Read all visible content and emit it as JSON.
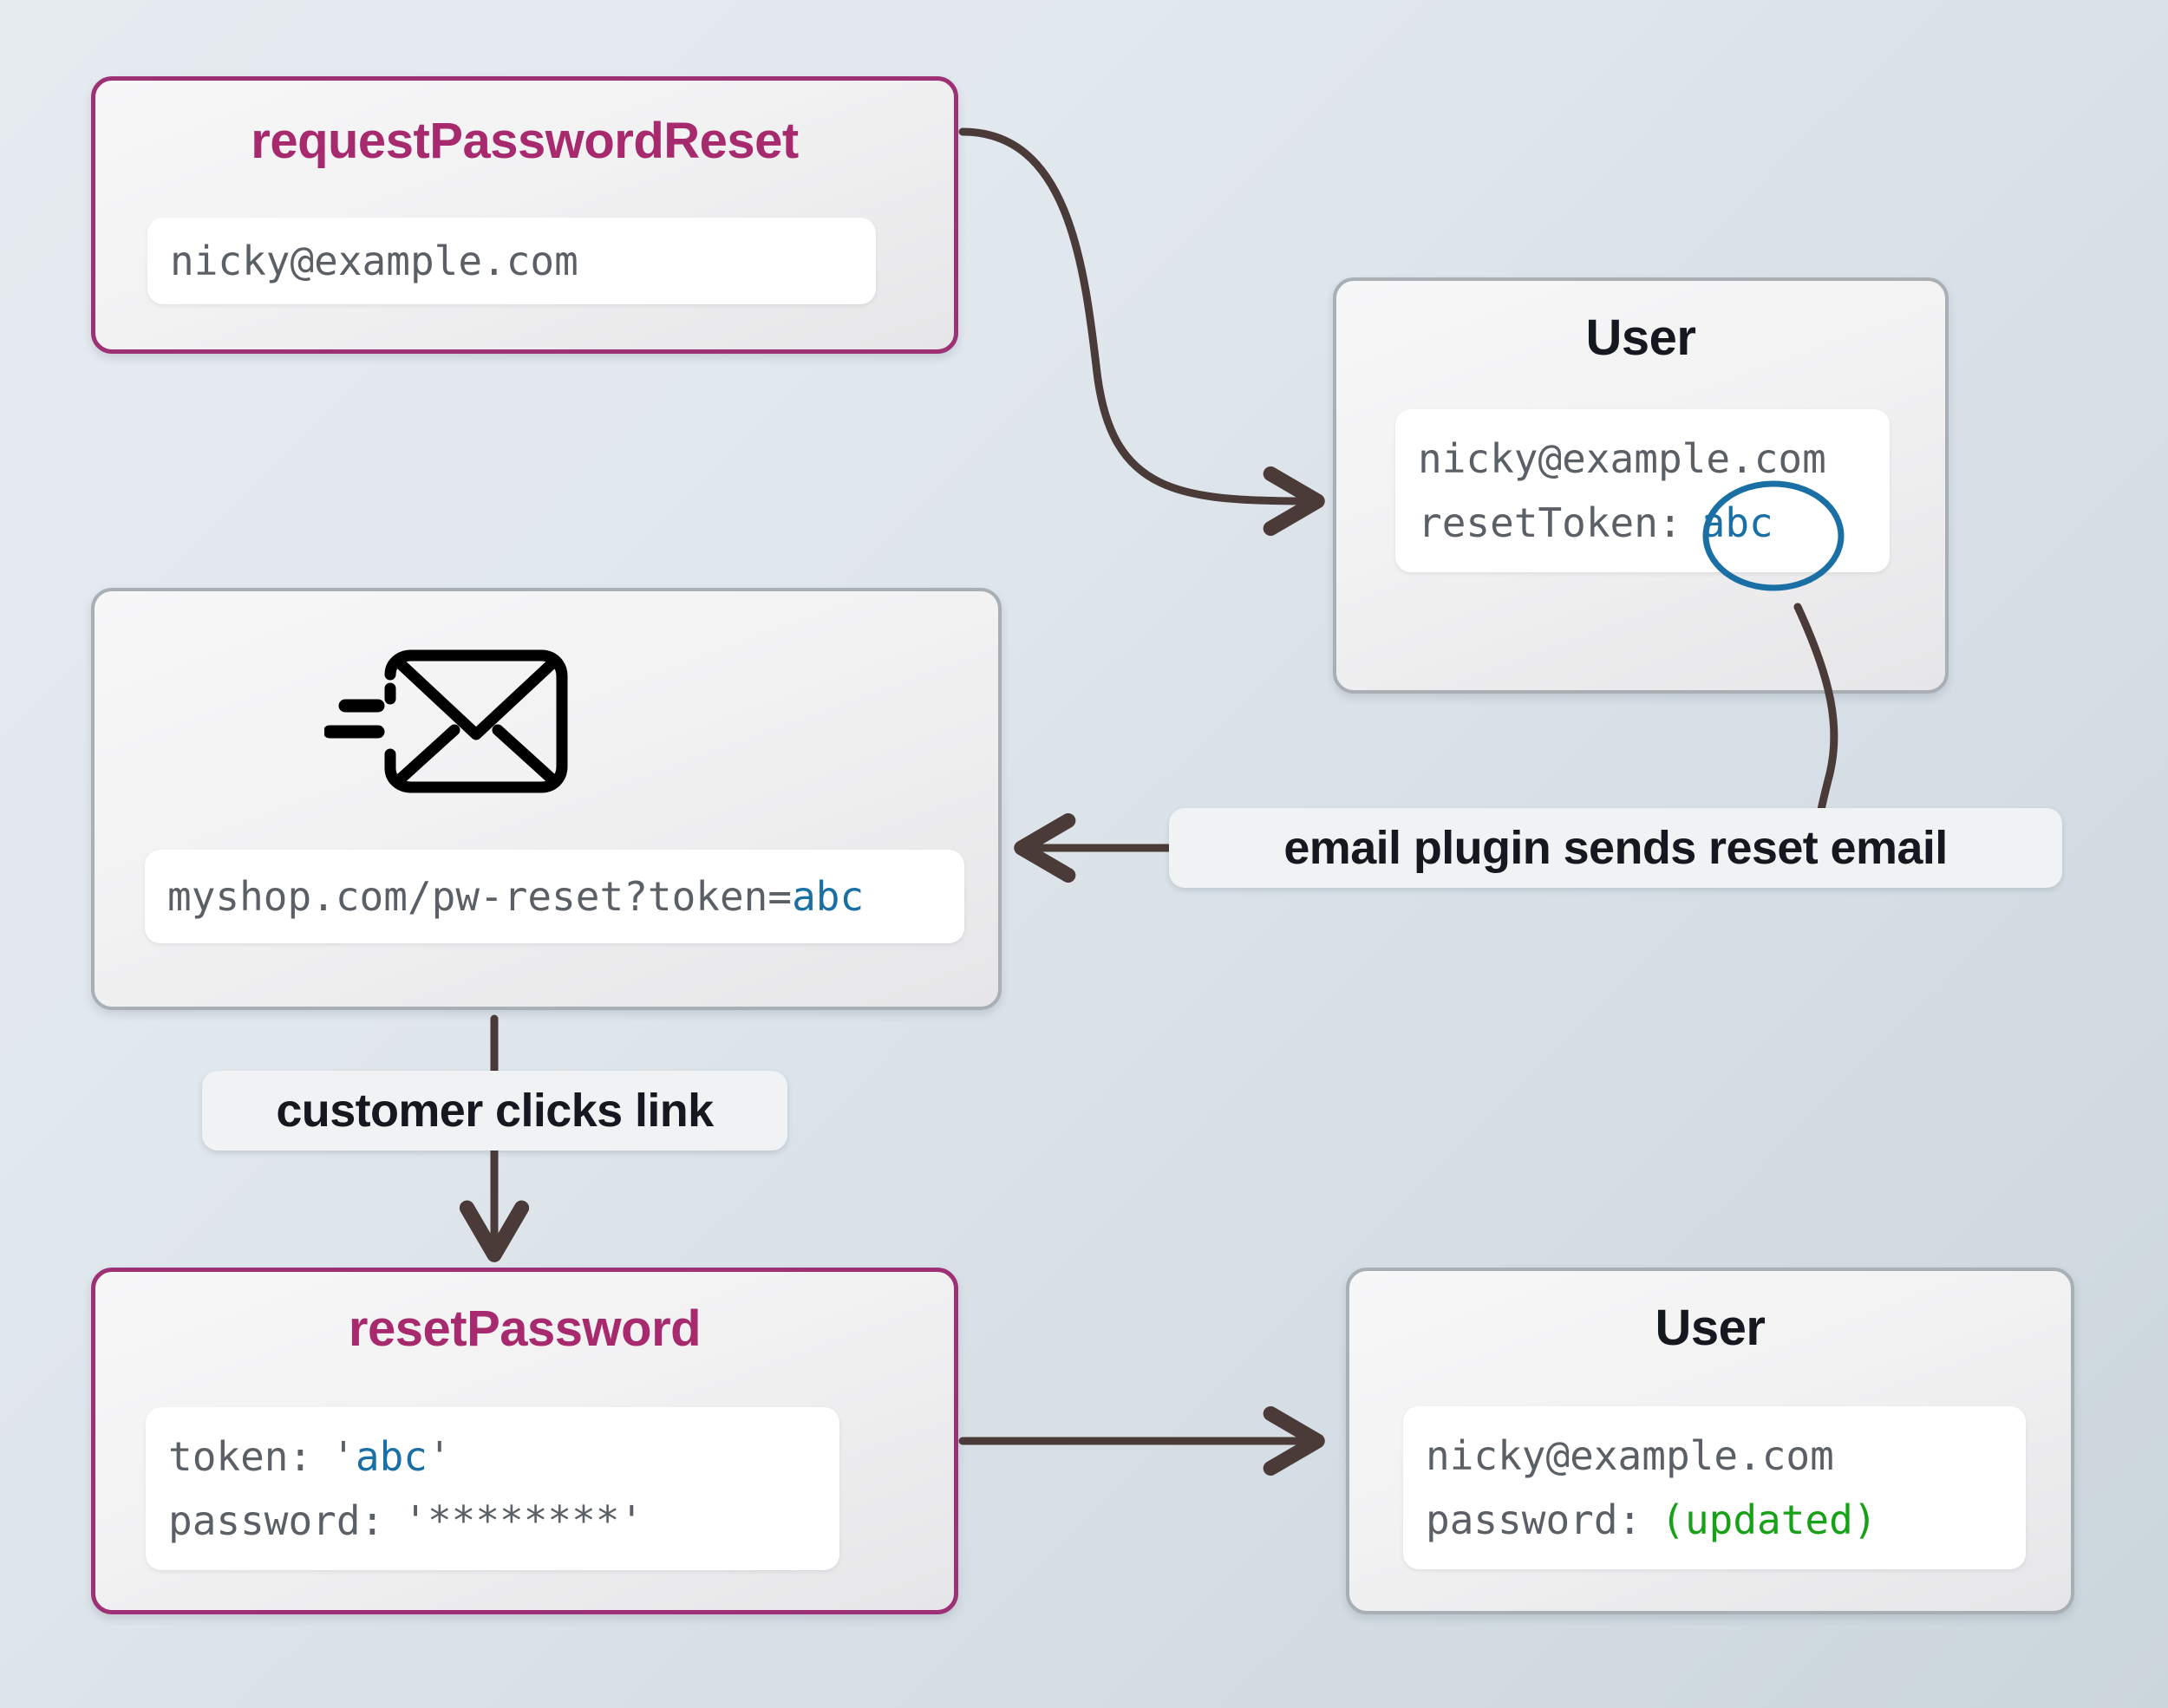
{
  "diagram": {
    "title": "password reset token flow",
    "colors": {
      "function_border": "#9e3175",
      "function_title": "#a82a6e",
      "entity_border": "#a8b0b5",
      "entity_title": "#15181f",
      "mono_text": "#5a6066",
      "token_blue": "#1a6fa5",
      "updated_green": "#17a117",
      "arrow": "#4a3b38",
      "background_from": "#e6ebf0",
      "background_to": "#cbd6dc"
    }
  },
  "nodes": {
    "request_password_reset": {
      "title": "requestPasswordReset",
      "fields": [
        {
          "text": "nicky@example.com"
        }
      ]
    },
    "user_with_token": {
      "title": "User",
      "fields": [
        {
          "text": "nicky@example.com"
        },
        {
          "label": "resetToken:",
          "value": "abc",
          "value_circled": true
        }
      ]
    },
    "reset_email": {
      "icon": "envelope-send-icon",
      "fields": [
        {
          "prefix": "myshop.com/pw-reset?token=",
          "value": "abc"
        }
      ]
    },
    "reset_password": {
      "title": "resetPassword",
      "fields": [
        {
          "label": "token:",
          "value": "'abc'",
          "quote_open": "'",
          "value_inner": "abc",
          "quote_close": "'"
        },
        {
          "label": "password:",
          "value": "'********'"
        }
      ]
    },
    "user_updated": {
      "title": "User",
      "fields": [
        {
          "text": "nicky@example.com"
        },
        {
          "label": "password:",
          "value": "(updated)"
        }
      ]
    }
  },
  "edges": [
    {
      "id": "request-to-user",
      "label": "",
      "from": "request_password_reset",
      "to": "user_with_token"
    },
    {
      "id": "token-to-plugin",
      "label": "",
      "from": "user_with_token",
      "to": "email_plugin_label"
    },
    {
      "id": "plugin-to-email",
      "label": "email plugin sends reset email",
      "from": "email_plugin_label",
      "to": "reset_email"
    },
    {
      "id": "email-to-reset",
      "label": "customer clicks link",
      "from": "reset_email",
      "to": "reset_password"
    },
    {
      "id": "reset-to-user",
      "label": "",
      "from": "reset_password",
      "to": "user_updated"
    }
  ],
  "labels": {
    "email_plugin": "email plugin sends reset email",
    "customer_clicks": "customer clicks link"
  }
}
